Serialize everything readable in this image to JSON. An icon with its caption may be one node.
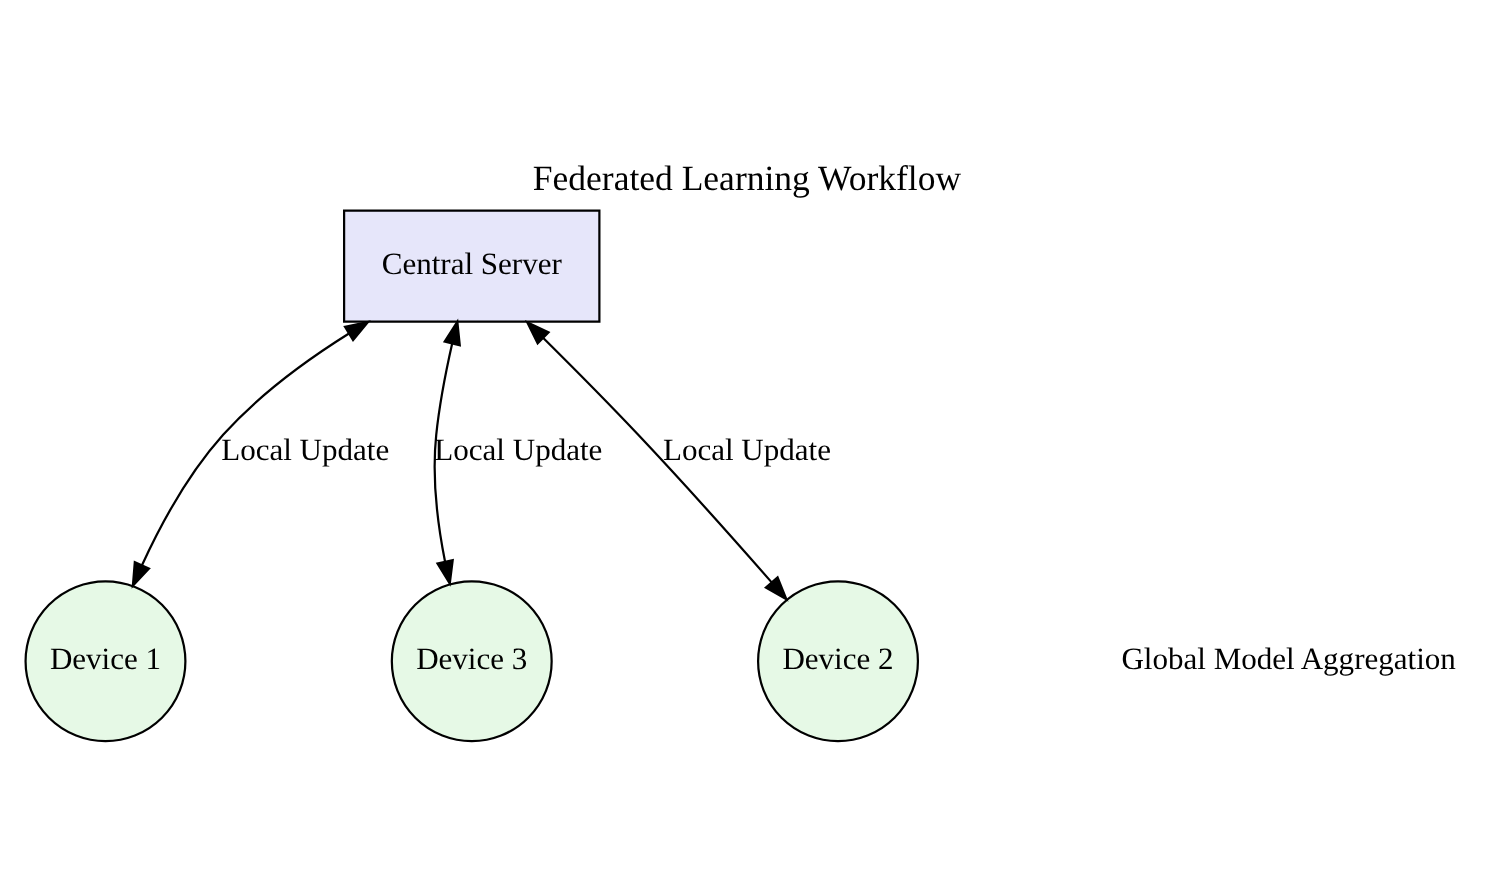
{
  "diagram": {
    "title": "Federated Learning Workflow",
    "nodes": [
      {
        "text": [
          "Central Server"
        ]
      },
      {
        "text": [
          "Device 1"
        ]
      },
      {
        "text": [
          "Device 3"
        ]
      },
      {
        "text": [
          "Device 2"
        ]
      }
    ],
    "edges": [
      {
        "from": 0,
        "to": 1,
        "arrow": "both",
        "label": "Local Update"
      },
      {
        "from": 0,
        "to": 2,
        "arrow": "both",
        "label": "Local Update"
      },
      {
        "from": 0,
        "to": 3,
        "arrow": "both",
        "label": "Local Update"
      }
    ],
    "labels": [
      "Global Model Aggregation"
    ]
  }
}
